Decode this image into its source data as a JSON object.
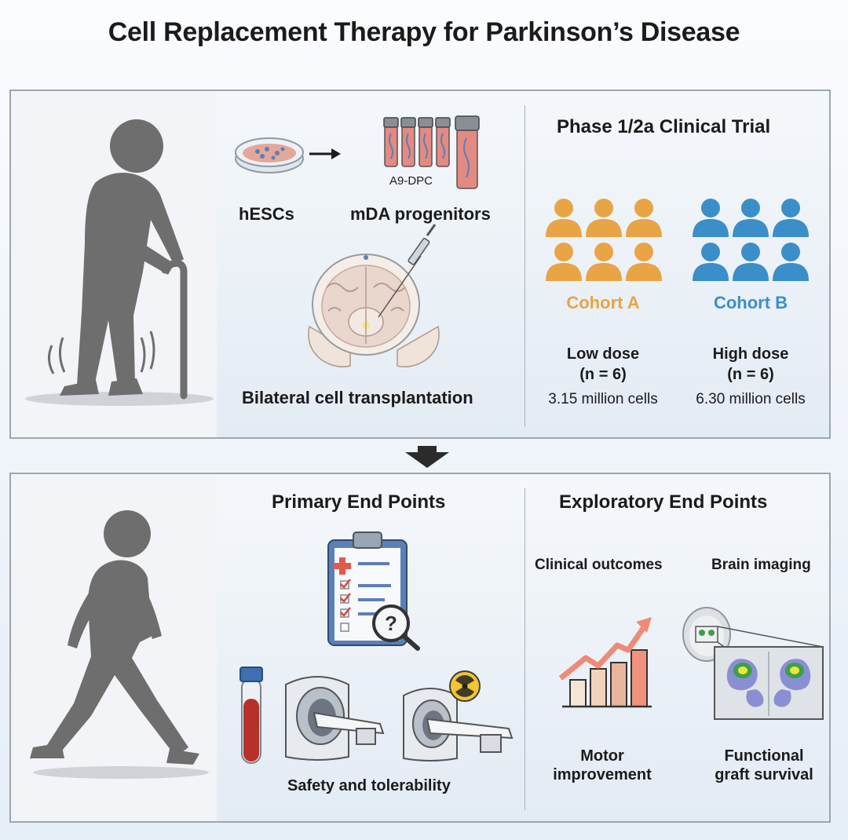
{
  "title": "Cell Replacement Therapy for Parkinson’s Disease",
  "top": {
    "hescs_label": "hESCs",
    "vial_label": "A9-DPC",
    "progenitors_label": "mDA progenitors",
    "transplant_label": "Bilateral cell transplantation",
    "trial_title": "Phase 1/2a Clinical Trial",
    "cohort_a": {
      "name": "Cohort A",
      "dose": "Low dose",
      "n": "(n = 6)",
      "cells": "3.15 million cells",
      "color": "#e9a445"
    },
    "cohort_b": {
      "name": "Cohort B",
      "dose": "High dose",
      "n": "(n = 6)",
      "cells": "6.30 million cells",
      "color": "#3a8fc9"
    }
  },
  "bottom": {
    "primary_title": "Primary End Points",
    "primary_caption": "Safety and tolerability",
    "exploratory_title": "Exploratory End Points",
    "clinical_outcomes": "Clinical outcomes",
    "brain_imaging": "Brain imaging",
    "motor_line1": "Motor",
    "motor_line2": "improvement",
    "graft_line1": "Functional",
    "graft_line2": "graft survival"
  }
}
